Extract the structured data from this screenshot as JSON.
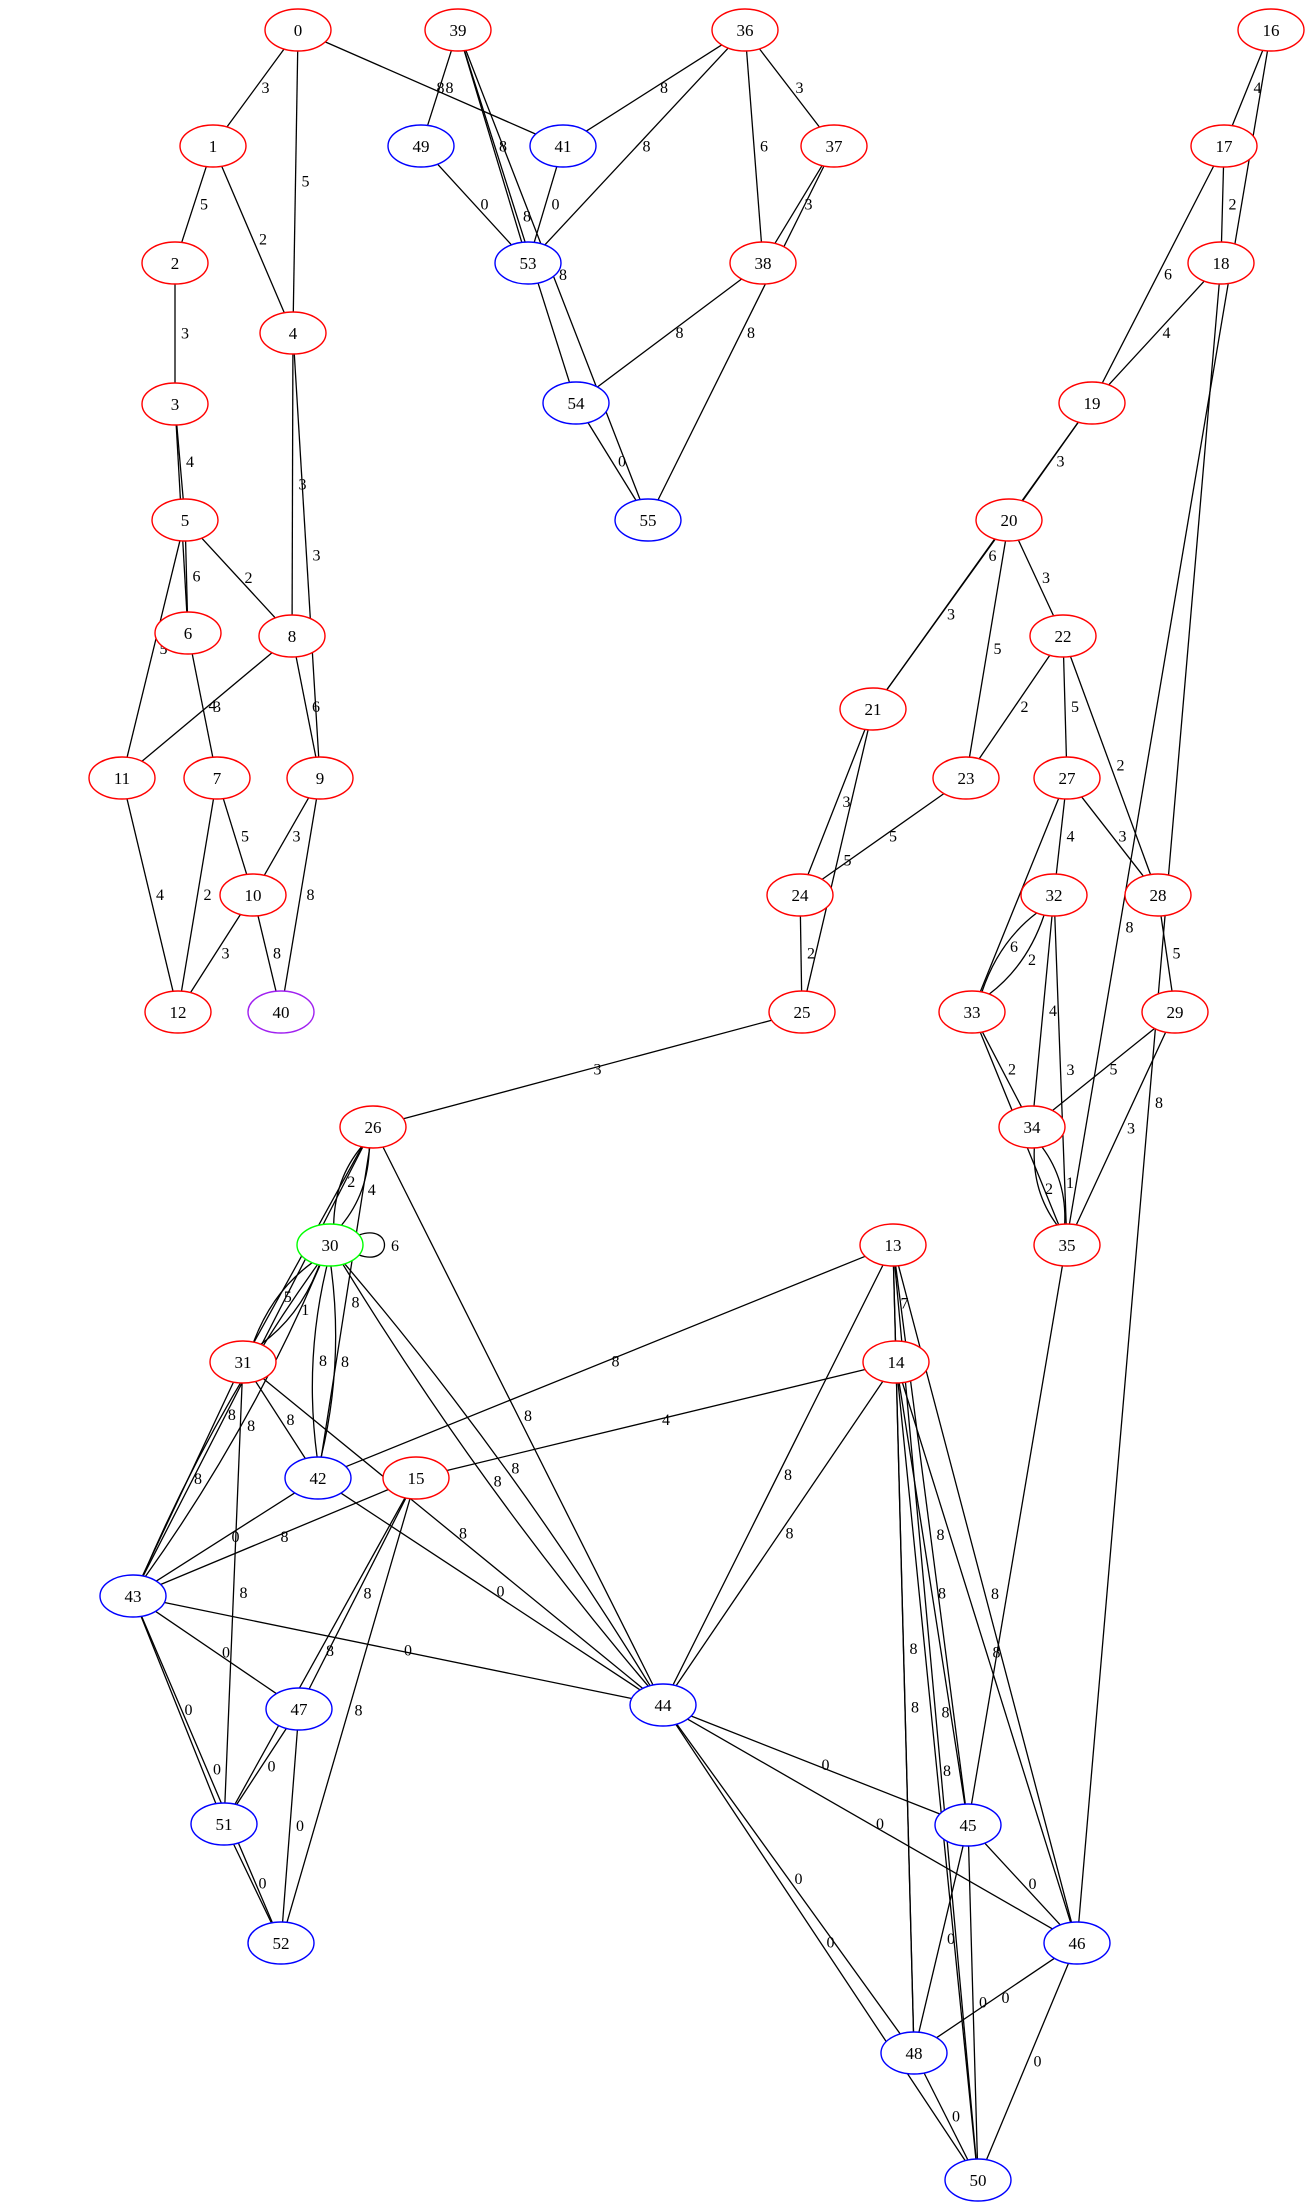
{
  "colors": {
    "red": "#ff0000",
    "blue": "#0000ff",
    "green": "#00ff00",
    "purple": "#a020f0",
    "edge": "#000000"
  },
  "nodes": [
    {
      "id": "0",
      "color": "red"
    },
    {
      "id": "1",
      "color": "red"
    },
    {
      "id": "2",
      "color": "red"
    },
    {
      "id": "3",
      "color": "red"
    },
    {
      "id": "4",
      "color": "red"
    },
    {
      "id": "5",
      "color": "red"
    },
    {
      "id": "6",
      "color": "red"
    },
    {
      "id": "7",
      "color": "red"
    },
    {
      "id": "8",
      "color": "red"
    },
    {
      "id": "9",
      "color": "red"
    },
    {
      "id": "10",
      "color": "red"
    },
    {
      "id": "11",
      "color": "red"
    },
    {
      "id": "12",
      "color": "red"
    },
    {
      "id": "13",
      "color": "red"
    },
    {
      "id": "14",
      "color": "red"
    },
    {
      "id": "15",
      "color": "red"
    },
    {
      "id": "16",
      "color": "red"
    },
    {
      "id": "17",
      "color": "red"
    },
    {
      "id": "18",
      "color": "red"
    },
    {
      "id": "19",
      "color": "red"
    },
    {
      "id": "20",
      "color": "red"
    },
    {
      "id": "21",
      "color": "red"
    },
    {
      "id": "22",
      "color": "red"
    },
    {
      "id": "23",
      "color": "red"
    },
    {
      "id": "24",
      "color": "red"
    },
    {
      "id": "25",
      "color": "red"
    },
    {
      "id": "26",
      "color": "red"
    },
    {
      "id": "27",
      "color": "red"
    },
    {
      "id": "28",
      "color": "red"
    },
    {
      "id": "29",
      "color": "red"
    },
    {
      "id": "30",
      "color": "green"
    },
    {
      "id": "31",
      "color": "red"
    },
    {
      "id": "32",
      "color": "red"
    },
    {
      "id": "33",
      "color": "red"
    },
    {
      "id": "34",
      "color": "red"
    },
    {
      "id": "35",
      "color": "red"
    },
    {
      "id": "36",
      "color": "red"
    },
    {
      "id": "37",
      "color": "red"
    },
    {
      "id": "38",
      "color": "red"
    },
    {
      "id": "39",
      "color": "red"
    },
    {
      "id": "40",
      "color": "purple"
    },
    {
      "id": "41",
      "color": "blue"
    },
    {
      "id": "42",
      "color": "blue"
    },
    {
      "id": "43",
      "color": "blue"
    },
    {
      "id": "44",
      "color": "blue"
    },
    {
      "id": "45",
      "color": "blue"
    },
    {
      "id": "46",
      "color": "blue"
    },
    {
      "id": "47",
      "color": "blue"
    },
    {
      "id": "48",
      "color": "blue"
    },
    {
      "id": "49",
      "color": "blue"
    },
    {
      "id": "50",
      "color": "blue"
    },
    {
      "id": "51",
      "color": "blue"
    },
    {
      "id": "52",
      "color": "blue"
    },
    {
      "id": "53",
      "color": "blue"
    },
    {
      "id": "54",
      "color": "blue"
    },
    {
      "id": "55",
      "color": "blue"
    }
  ],
  "edges": [
    {
      "from": "0",
      "to": "1",
      "label": "3"
    },
    {
      "from": "0",
      "to": "4",
      "label": "5"
    },
    {
      "from": "0",
      "to": "41",
      "label": "8"
    },
    {
      "from": "1",
      "to": "2",
      "label": "5"
    },
    {
      "from": "1",
      "to": "4",
      "label": "2"
    },
    {
      "from": "2",
      "to": "3",
      "label": "3"
    },
    {
      "from": "3",
      "to": "5",
      "label": "4"
    },
    {
      "from": "3",
      "to": "6",
      "label": "2"
    },
    {
      "from": "4",
      "to": "8",
      "label": "3"
    },
    {
      "from": "4",
      "to": "9",
      "label": "3"
    },
    {
      "from": "5",
      "to": "6",
      "label": "6"
    },
    {
      "from": "5",
      "to": "8",
      "label": "2"
    },
    {
      "from": "5",
      "to": "11",
      "label": "5"
    },
    {
      "from": "6",
      "to": "7",
      "label": "4"
    },
    {
      "from": "8",
      "to": "11",
      "label": "3"
    },
    {
      "from": "8",
      "to": "9",
      "label": "6"
    },
    {
      "from": "7",
      "to": "10",
      "label": "5"
    },
    {
      "from": "7",
      "to": "12",
      "label": "2"
    },
    {
      "from": "9",
      "to": "10",
      "label": "3"
    },
    {
      "from": "9",
      "to": "40",
      "label": "8"
    },
    {
      "from": "11",
      "to": "12",
      "label": "4"
    },
    {
      "from": "10",
      "to": "12",
      "label": "3"
    },
    {
      "from": "10",
      "to": "40",
      "label": "8"
    },
    {
      "from": "39",
      "to": "49",
      "label": "8"
    },
    {
      "from": "39",
      "to": "53",
      "label": "8"
    },
    {
      "from": "39",
      "to": "54",
      "label": "8"
    },
    {
      "from": "39",
      "to": "55",
      "label": "8"
    },
    {
      "from": "36",
      "to": "41",
      "label": "8"
    },
    {
      "from": "36",
      "to": "53",
      "label": "8"
    },
    {
      "from": "36",
      "to": "38",
      "label": "6"
    },
    {
      "from": "36",
      "to": "37",
      "label": "3"
    },
    {
      "from": "37",
      "to": "38",
      "label": "3"
    },
    {
      "from": "37",
      "to": "55",
      "label": "8"
    },
    {
      "from": "49",
      "to": "53",
      "label": "0"
    },
    {
      "from": "41",
      "to": "53",
      "label": "0"
    },
    {
      "from": "38",
      "to": "54",
      "label": "8"
    },
    {
      "from": "54",
      "to": "55",
      "label": "0"
    },
    {
      "from": "16",
      "to": "17",
      "label": "4"
    },
    {
      "from": "16",
      "to": "45",
      "label": "8"
    },
    {
      "from": "17",
      "to": "18",
      "label": "2"
    },
    {
      "from": "17",
      "to": "19",
      "label": "6"
    },
    {
      "from": "18",
      "to": "19",
      "label": "4"
    },
    {
      "from": "18",
      "to": "46",
      "label": "8"
    },
    {
      "from": "19",
      "to": "20",
      "label": "3"
    },
    {
      "from": "19",
      "to": "21",
      "label": "6"
    },
    {
      "from": "20",
      "to": "21",
      "label": "3"
    },
    {
      "from": "20",
      "to": "23",
      "label": "5"
    },
    {
      "from": "20",
      "to": "22",
      "label": "3"
    },
    {
      "from": "22",
      "to": "23",
      "label": "2"
    },
    {
      "from": "22",
      "to": "27",
      "label": "5"
    },
    {
      "from": "22",
      "to": "28",
      "label": "2"
    },
    {
      "from": "21",
      "to": "24",
      "label": "3"
    },
    {
      "from": "21",
      "to": "25",
      "label": "5"
    },
    {
      "from": "23",
      "to": "24",
      "label": "5"
    },
    {
      "from": "24",
      "to": "25",
      "label": "2"
    },
    {
      "from": "27",
      "to": "32",
      "label": "4"
    },
    {
      "from": "27",
      "to": "28",
      "label": "3"
    },
    {
      "from": "27",
      "to": "33",
      "label": "2"
    },
    {
      "from": "32",
      "to": "33",
      "label": "2"
    },
    {
      "from": "32",
      "to": "33",
      "label": "6"
    },
    {
      "from": "32",
      "to": "34",
      "label": "4"
    },
    {
      "from": "32",
      "to": "35",
      "label": "3"
    },
    {
      "from": "28",
      "to": "29",
      "label": "5"
    },
    {
      "from": "29",
      "to": "34",
      "label": "5"
    },
    {
      "from": "29",
      "to": "35",
      "label": "3"
    },
    {
      "from": "33",
      "to": "34",
      "label": "2"
    },
    {
      "from": "33",
      "to": "35",
      "label": "3"
    },
    {
      "from": "34",
      "to": "35",
      "label": "1"
    },
    {
      "from": "34",
      "to": "35",
      "label": "2"
    },
    {
      "from": "25",
      "to": "26",
      "label": "3"
    },
    {
      "from": "26",
      "to": "30",
      "label": "4"
    },
    {
      "from": "26",
      "to": "30",
      "label": "2"
    },
    {
      "from": "26",
      "to": "31",
      "label": "3"
    },
    {
      "from": "26",
      "to": "42",
      "label": "8"
    },
    {
      "from": "26",
      "to": "43",
      "label": "8"
    },
    {
      "from": "26",
      "to": "44",
      "label": "8"
    },
    {
      "from": "30",
      "to": "30",
      "label": "6"
    },
    {
      "from": "30",
      "to": "31",
      "label": "1"
    },
    {
      "from": "30",
      "to": "31",
      "label": "5"
    },
    {
      "from": "30",
      "to": "42",
      "label": "8"
    },
    {
      "from": "30",
      "to": "42",
      "label": "8"
    },
    {
      "from": "30",
      "to": "43",
      "label": "8"
    },
    {
      "from": "30",
      "to": "43",
      "label": "8"
    },
    {
      "from": "30",
      "to": "44",
      "label": "8"
    },
    {
      "from": "30",
      "to": "44",
      "label": "8"
    },
    {
      "from": "31",
      "to": "42",
      "label": "8"
    },
    {
      "from": "31",
      "to": "43",
      "label": "8"
    },
    {
      "from": "31",
      "to": "44",
      "label": "8"
    },
    {
      "from": "31",
      "to": "51",
      "label": "8"
    },
    {
      "from": "13",
      "to": "14",
      "label": "7"
    },
    {
      "from": "13",
      "to": "42",
      "label": "8"
    },
    {
      "from": "13",
      "to": "44",
      "label": "8"
    },
    {
      "from": "13",
      "to": "45",
      "label": "8"
    },
    {
      "from": "13",
      "to": "46",
      "label": "8"
    },
    {
      "from": "13",
      "to": "48",
      "label": "8"
    },
    {
      "from": "13",
      "to": "50",
      "label": "8"
    },
    {
      "from": "14",
      "to": "15",
      "label": "4"
    },
    {
      "from": "14",
      "to": "44",
      "label": "8"
    },
    {
      "from": "14",
      "to": "45",
      "label": "8"
    },
    {
      "from": "14",
      "to": "46",
      "label": "8"
    },
    {
      "from": "14",
      "to": "48",
      "label": "8"
    },
    {
      "from": "14",
      "to": "50",
      "label": "8"
    },
    {
      "from": "42",
      "to": "43",
      "label": "0"
    },
    {
      "from": "42",
      "to": "44",
      "label": "0"
    },
    {
      "from": "15",
      "to": "43",
      "label": "8"
    },
    {
      "from": "15",
      "to": "47",
      "label": "8"
    },
    {
      "from": "15",
      "to": "51",
      "label": "8"
    },
    {
      "from": "15",
      "to": "52",
      "label": "8"
    },
    {
      "from": "43",
      "to": "44",
      "label": "0"
    },
    {
      "from": "43",
      "to": "47",
      "label": "0"
    },
    {
      "from": "43",
      "to": "51",
      "label": "0"
    },
    {
      "from": "43",
      "to": "52",
      "label": "0"
    },
    {
      "from": "47",
      "to": "51",
      "label": "0"
    },
    {
      "from": "47",
      "to": "52",
      "label": "0"
    },
    {
      "from": "51",
      "to": "52",
      "label": "0"
    },
    {
      "from": "44",
      "to": "45",
      "label": "0"
    },
    {
      "from": "44",
      "to": "46",
      "label": "0"
    },
    {
      "from": "44",
      "to": "48",
      "label": "0"
    },
    {
      "from": "44",
      "to": "50",
      "label": "0"
    },
    {
      "from": "45",
      "to": "46",
      "label": "0"
    },
    {
      "from": "45",
      "to": "48",
      "label": "0"
    },
    {
      "from": "45",
      "to": "50",
      "label": "0"
    },
    {
      "from": "46",
      "to": "48",
      "label": "0"
    },
    {
      "from": "46",
      "to": "50",
      "label": "0"
    },
    {
      "from": "48",
      "to": "50",
      "label": "0"
    }
  ]
}
